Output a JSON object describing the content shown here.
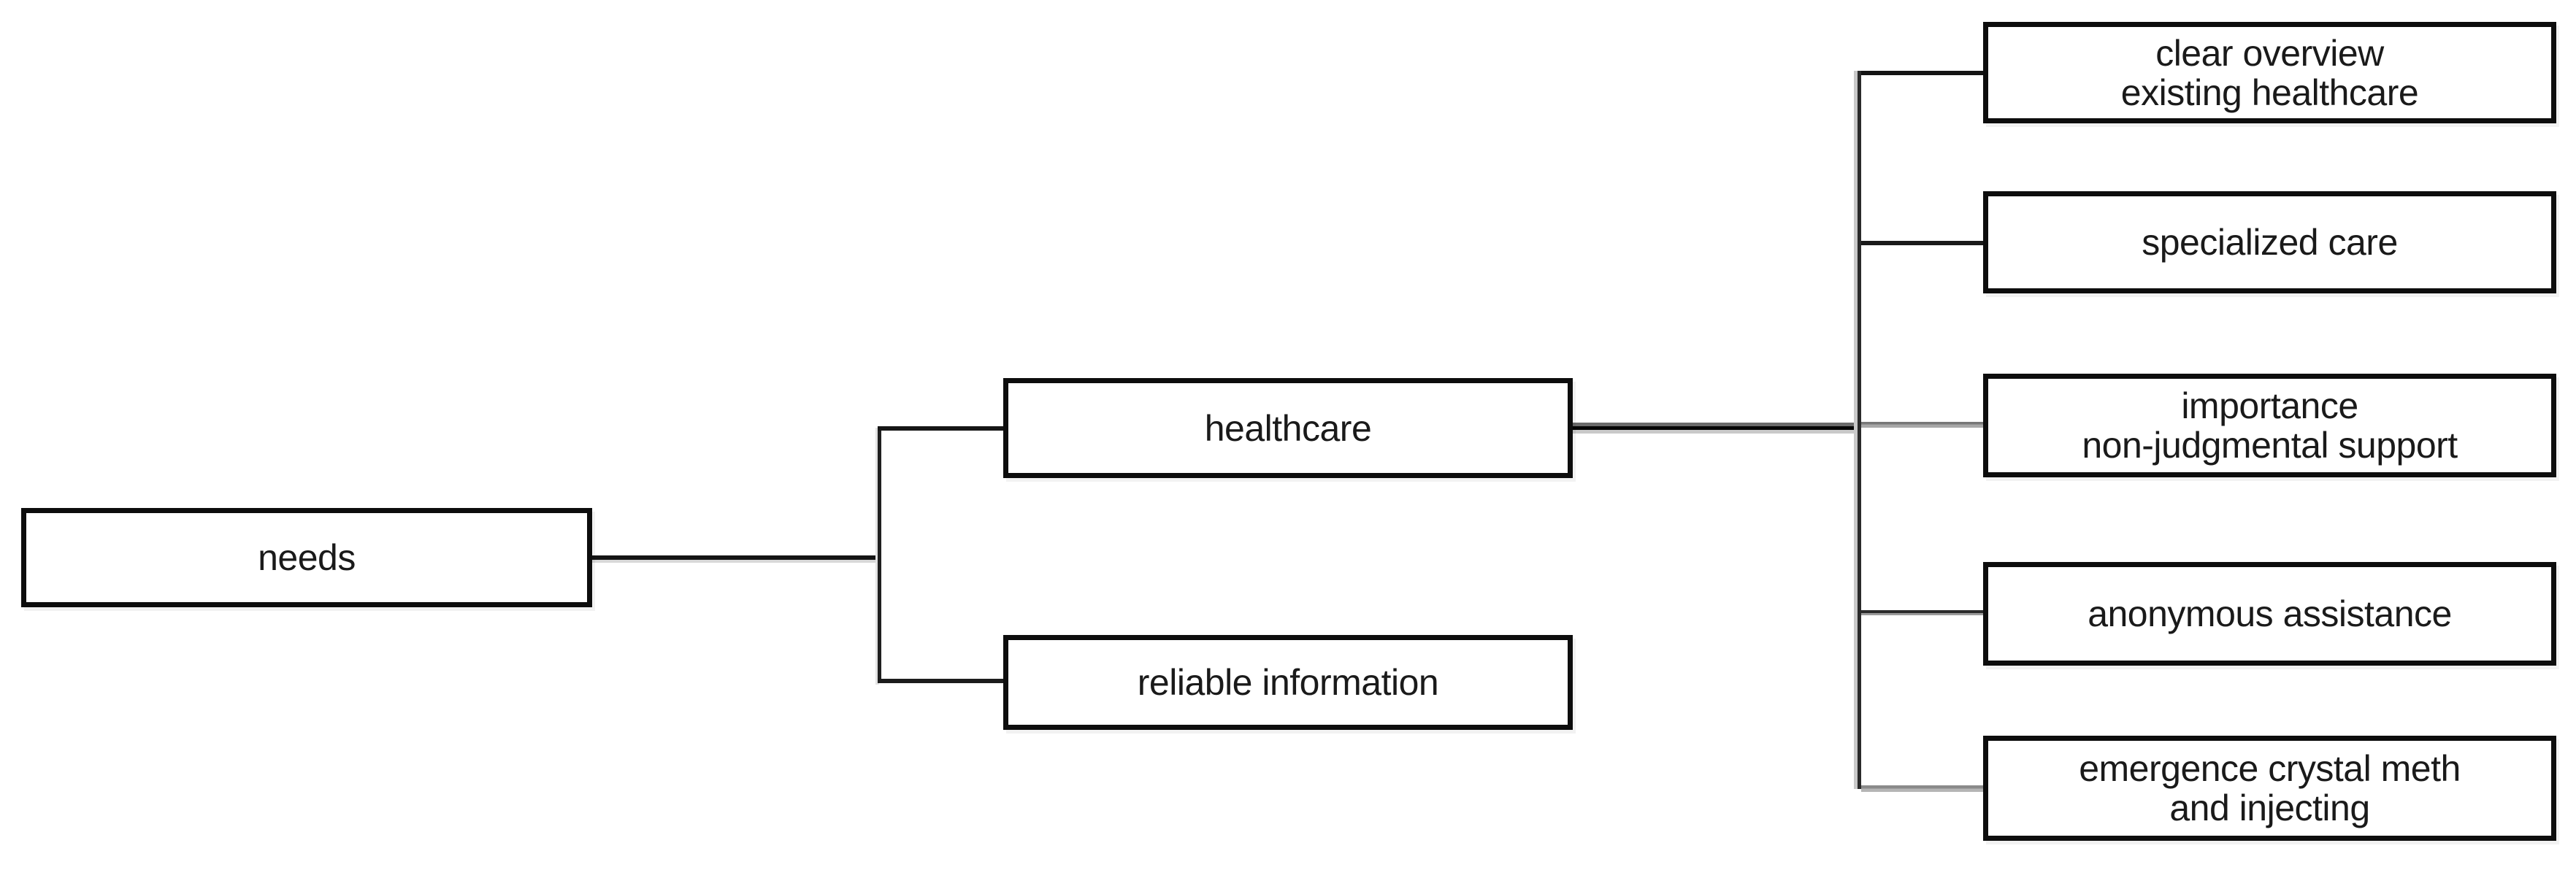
{
  "diagram": {
    "type": "mindmap-tree",
    "background_color": "#ffffff",
    "box_border_color": "#0d0d0d",
    "box_fill_color": "#ffffff",
    "text_color": "#1a1a1a",
    "line_color": "#1f1f1f",
    "accent_gray_line_color": "#8a8a8a",
    "nodes": [
      {
        "id": "needs",
        "label": "needs",
        "level": 0
      },
      {
        "id": "healthcare",
        "label": "healthcare",
        "level": 1,
        "parent": "needs"
      },
      {
        "id": "reliable-information",
        "label": "reliable information",
        "level": 1,
        "parent": "needs"
      },
      {
        "id": "clear-overview-existing-healthcare",
        "label": "clear overview\nexisting healthcare",
        "level": 2,
        "parent": "healthcare"
      },
      {
        "id": "specialized-care",
        "label": "specialized care",
        "level": 2,
        "parent": "healthcare"
      },
      {
        "id": "importance-non-judgmental-support",
        "label": "importance\nnon-judgmental support",
        "level": 2,
        "parent": "healthcare"
      },
      {
        "id": "anonymous-assistance",
        "label": "anonymous assistance",
        "level": 2,
        "parent": "healthcare"
      },
      {
        "id": "emergence-crystal-meth-and-injecting",
        "label": "emergence crystal meth\nand injecting",
        "level": 2,
        "parent": "healthcare"
      }
    ],
    "edges": [
      {
        "from": "needs",
        "to": "healthcare"
      },
      {
        "from": "needs",
        "to": "reliable-information"
      },
      {
        "from": "healthcare",
        "to": "clear-overview-existing-healthcare"
      },
      {
        "from": "healthcare",
        "to": "specialized-care"
      },
      {
        "from": "healthcare",
        "to": "importance-non-judgmental-support"
      },
      {
        "from": "healthcare",
        "to": "anonymous-assistance"
      },
      {
        "from": "healthcare",
        "to": "emergence-crystal-meth-and-injecting"
      }
    ]
  }
}
